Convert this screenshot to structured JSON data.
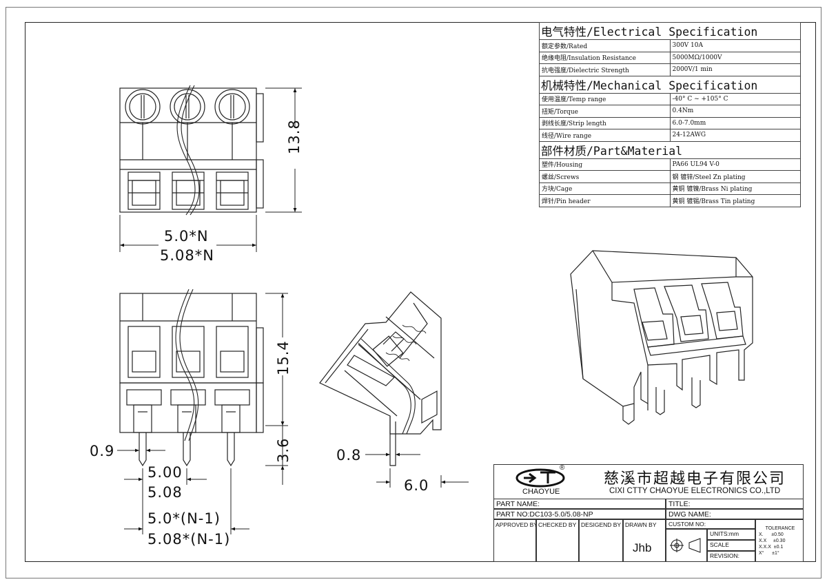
{
  "spec": {
    "electrical": {
      "heading": "电气特性/Electrical Specification",
      "rows": [
        {
          "k": "额定参数/Rated",
          "v": "300V  10A"
        },
        {
          "k": "绝缘电阻/Insulation Resistance",
          "v": "5000MΩ/1000V"
        },
        {
          "k": "抗电强度/Dielectric Strength",
          "v": "2000V/1 min"
        }
      ]
    },
    "mechanical": {
      "heading": "机械特性/Mechanical Specification",
      "rows": [
        {
          "k": "使用温度/Temp range",
          "v": "-40° C ~ +105° C"
        },
        {
          "k": "扭矩/Torque",
          "v": "0.4Nm"
        },
        {
          "k": "剥线长度/Strip length",
          "v": "6.0-7.0mm"
        },
        {
          "k": "线径/Wire range",
          "v": "24-12AWG"
        }
      ]
    },
    "material": {
      "heading": "部件材质/Part&Material",
      "rows": [
        {
          "k": "塑件/Housing",
          "v": "PA66 UL94 V-0"
        },
        {
          "k": "螺丝/Screws",
          "v": "钢 镀锌/Steel Zn plating"
        },
        {
          "k": "方块/Cage",
          "v": "黄铜 镀镍/Brass Ni plating"
        },
        {
          "k": "焊针/Pin header",
          "v": "黄铜 镀锡/Brass Tin plating"
        }
      ]
    }
  },
  "dims": {
    "height_top": "13.8",
    "width_a": "5.0*N",
    "width_b": "5.08*N",
    "height_front": "15.4",
    "pin_len": "3.6",
    "pin_w": "0.9",
    "pitch_a": "5.00",
    "pitch_b": "5.08",
    "span_a": "5.0*(N-1)",
    "span_b": "5.08*(N-1)",
    "side_pin": "0.8",
    "side_off": "6.0"
  },
  "title_block": {
    "logo_text": "CHAOYUE",
    "logo_mark": "®",
    "company_cn": "慈溪市超越电子有限公司",
    "company_en": "CIXI CTTY CHAOYUE ELECTRONICS CO.,LTD",
    "part_name_label": "PART NAME:",
    "title_label": "TITLE:",
    "part_no_label": "PART NO:DC103-5.0/5.08-NP",
    "dwg_name_label": "DWG NAME:",
    "approved_by": "APPROVED BY",
    "checked_by": "CHECKED BY",
    "designed_by": "DESIGEND BY",
    "drawn_by": "DRAWN BY",
    "drawn_value": "Jhb",
    "custom_no": "CUSTOM NO:",
    "units": "UNITS:mm",
    "scale": "SCALE",
    "revision": "REVISION:",
    "tolerance_title": "TOLERANCE",
    "tolerance_rows": [
      "X.      ±0.50",
      "X.X     ±0.30",
      "X.X.X  ±0.1",
      "X°      ±1°"
    ]
  }
}
